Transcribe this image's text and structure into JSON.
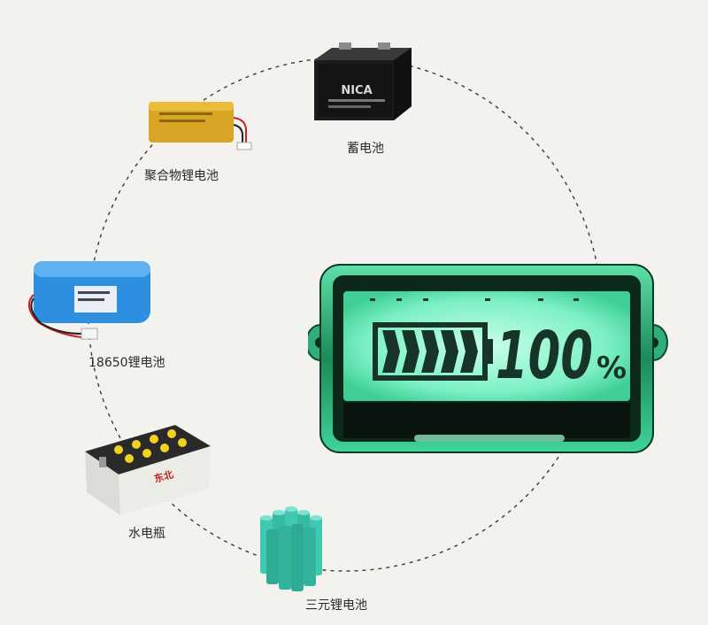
{
  "battery_types": [
    {
      "label": "蓄电池",
      "icon": "lead-acid-battery-icon"
    },
    {
      "label": "聚合物锂电池",
      "icon": "lipo-pouch-battery-icon"
    },
    {
      "label": "18650锂电池",
      "icon": "battery-pack-icon"
    },
    {
      "label": "水电瓶",
      "icon": "car-battery-icon"
    },
    {
      "label": "三元锂电池",
      "icon": "cylindrical-cells-icon"
    }
  ],
  "battery_brand_text": "NICA",
  "car_battery_brand_text": "东北",
  "meter": {
    "percent_digits": "100",
    "percent_sign": "%",
    "charge_level_fraction": 1.0,
    "bar_segments": 5,
    "backlight_color": "#7df0c4",
    "frame_color": "#2fae7a"
  },
  "colors": {
    "background": "#f4f2ef",
    "circle_dash": "#3a3a3a",
    "pack_blue": "#2e8fe0",
    "cell_teal": "#3fc9b0"
  }
}
